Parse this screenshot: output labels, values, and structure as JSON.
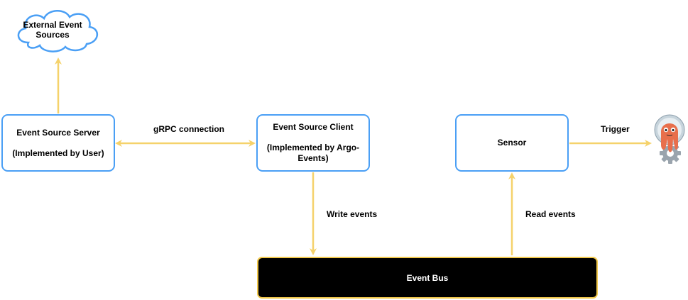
{
  "external_sources": {
    "line1": "External Event",
    "line2": "Sources"
  },
  "event_source_server": {
    "title": "Event Source Server",
    "subtitle": "(Implemented by User)"
  },
  "event_source_client": {
    "title": "Event Source Client",
    "subtitle_line1": "(Implemented by Argo-",
    "subtitle_line2": "Events)"
  },
  "sensor": {
    "title": "Sensor"
  },
  "event_bus": {
    "title": "Event Bus"
  },
  "edges": {
    "grpc": "gRPC connection",
    "write": "Write events",
    "read": "Read events",
    "trigger": "Trigger"
  },
  "colors": {
    "node_border": "#4a9ff5",
    "arrow": "#f5d26b",
    "bus_fill": "#000000",
    "bus_border": "#f2c94c",
    "octopus": "#e86f4c",
    "gear": "#9aa4ad",
    "helmet": "#c7d4dc"
  }
}
